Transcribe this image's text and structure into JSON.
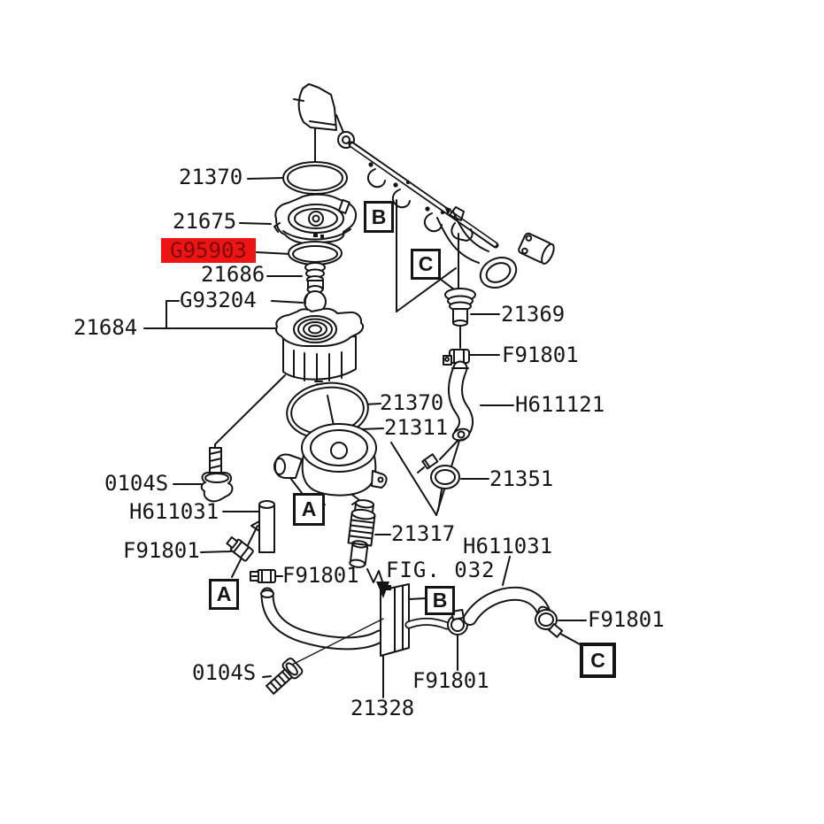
{
  "diagram": {
    "kind": "exploded-parts-diagram",
    "line_color": "#141414",
    "highlight": {
      "part_number": "G95903",
      "bg": "#ee1414",
      "fg": "#7c0a0a"
    },
    "labels": {
      "p21370_top": "21370",
      "p21675": "21675",
      "g95903": "G95903",
      "p21686": "21686",
      "g93204": "G93204",
      "p21684": "21684",
      "p21369": "21369",
      "f91801_right": "F91801",
      "h611121": "H611121",
      "p21370_mid": "21370",
      "p21311": "21311",
      "p21351": "21351",
      "p21317": "21317",
      "s0104_left": "0104S",
      "h611031_left": "H611031",
      "f91801_left": "F91801",
      "f91801_mid": "F91801",
      "fig_ref": "FIG. 032",
      "h611031_bottom": "H611031",
      "f91801_bottom": "F91801",
      "p21328": "21328",
      "s0104_bottom": "0104S",
      "f91801_bottom_right": "F91801"
    },
    "boxes": {
      "a": "A",
      "b": "B",
      "c": "C"
    }
  }
}
